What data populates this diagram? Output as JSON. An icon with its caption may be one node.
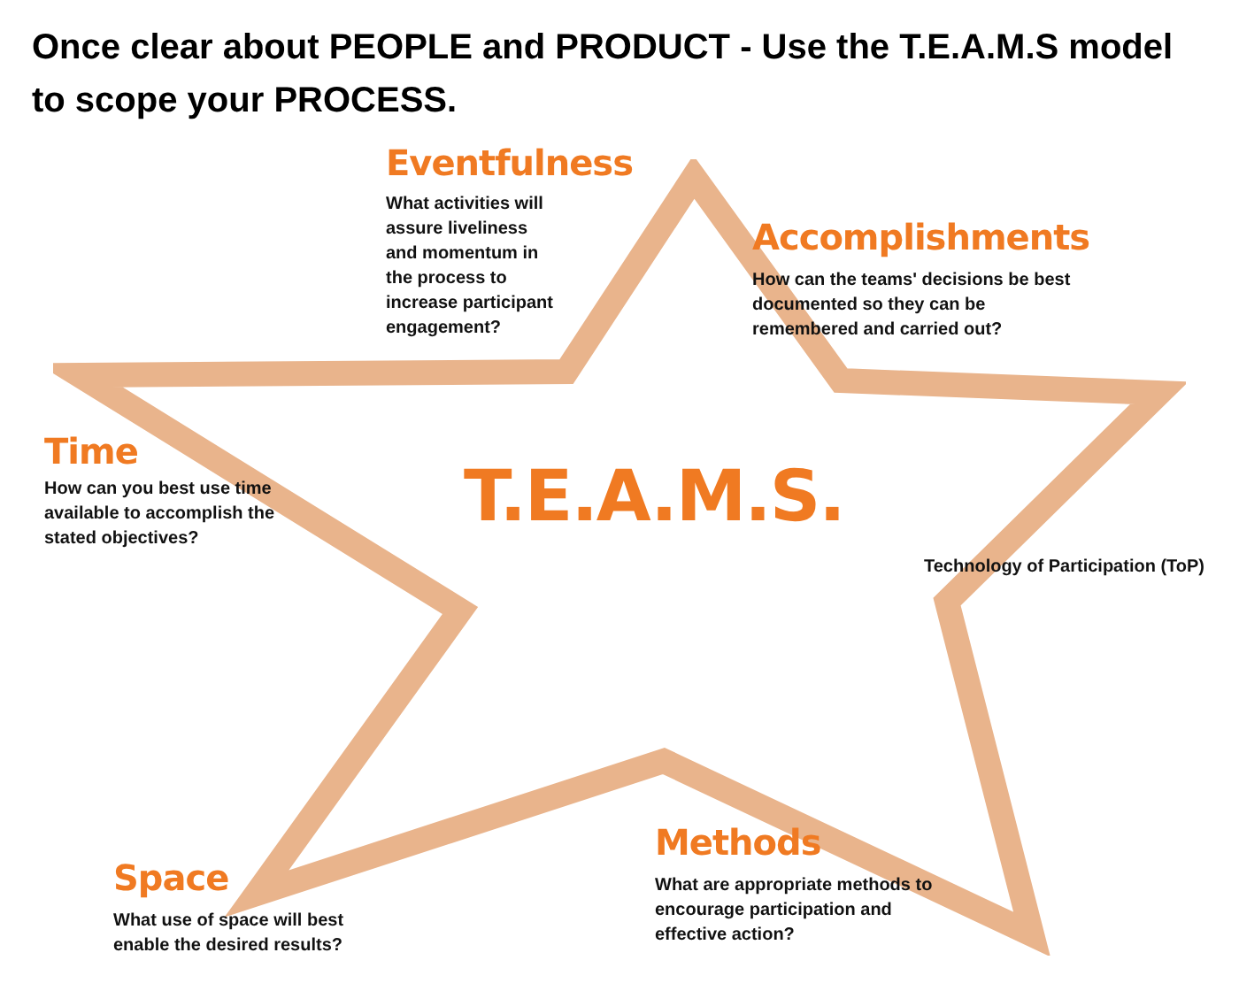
{
  "diagram": {
    "title": "Once clear about PEOPLE and PRODUCT - Use the T.E.A.M.S model to scope your PROCESS.",
    "nodes": [
      {
        "text": [
          "T.E.A.M.S."
        ]
      }
    ],
    "labels": [
      "Eventfulness",
      "What activities will assure liveliness and momentum in the process to increase participant engagement?",
      "Accomplishments",
      "How can the teams' decisions be best documented so they can be remembered and carried out?",
      "Time",
      "How can you best use time available to accomplish the stated objectives?",
      "Technology of Participation (ToP)",
      "Methods",
      "What are appropriate methods to encourage participation and effective action?",
      "Space",
      "What use of space will best enable the desired results?"
    ]
  }
}
